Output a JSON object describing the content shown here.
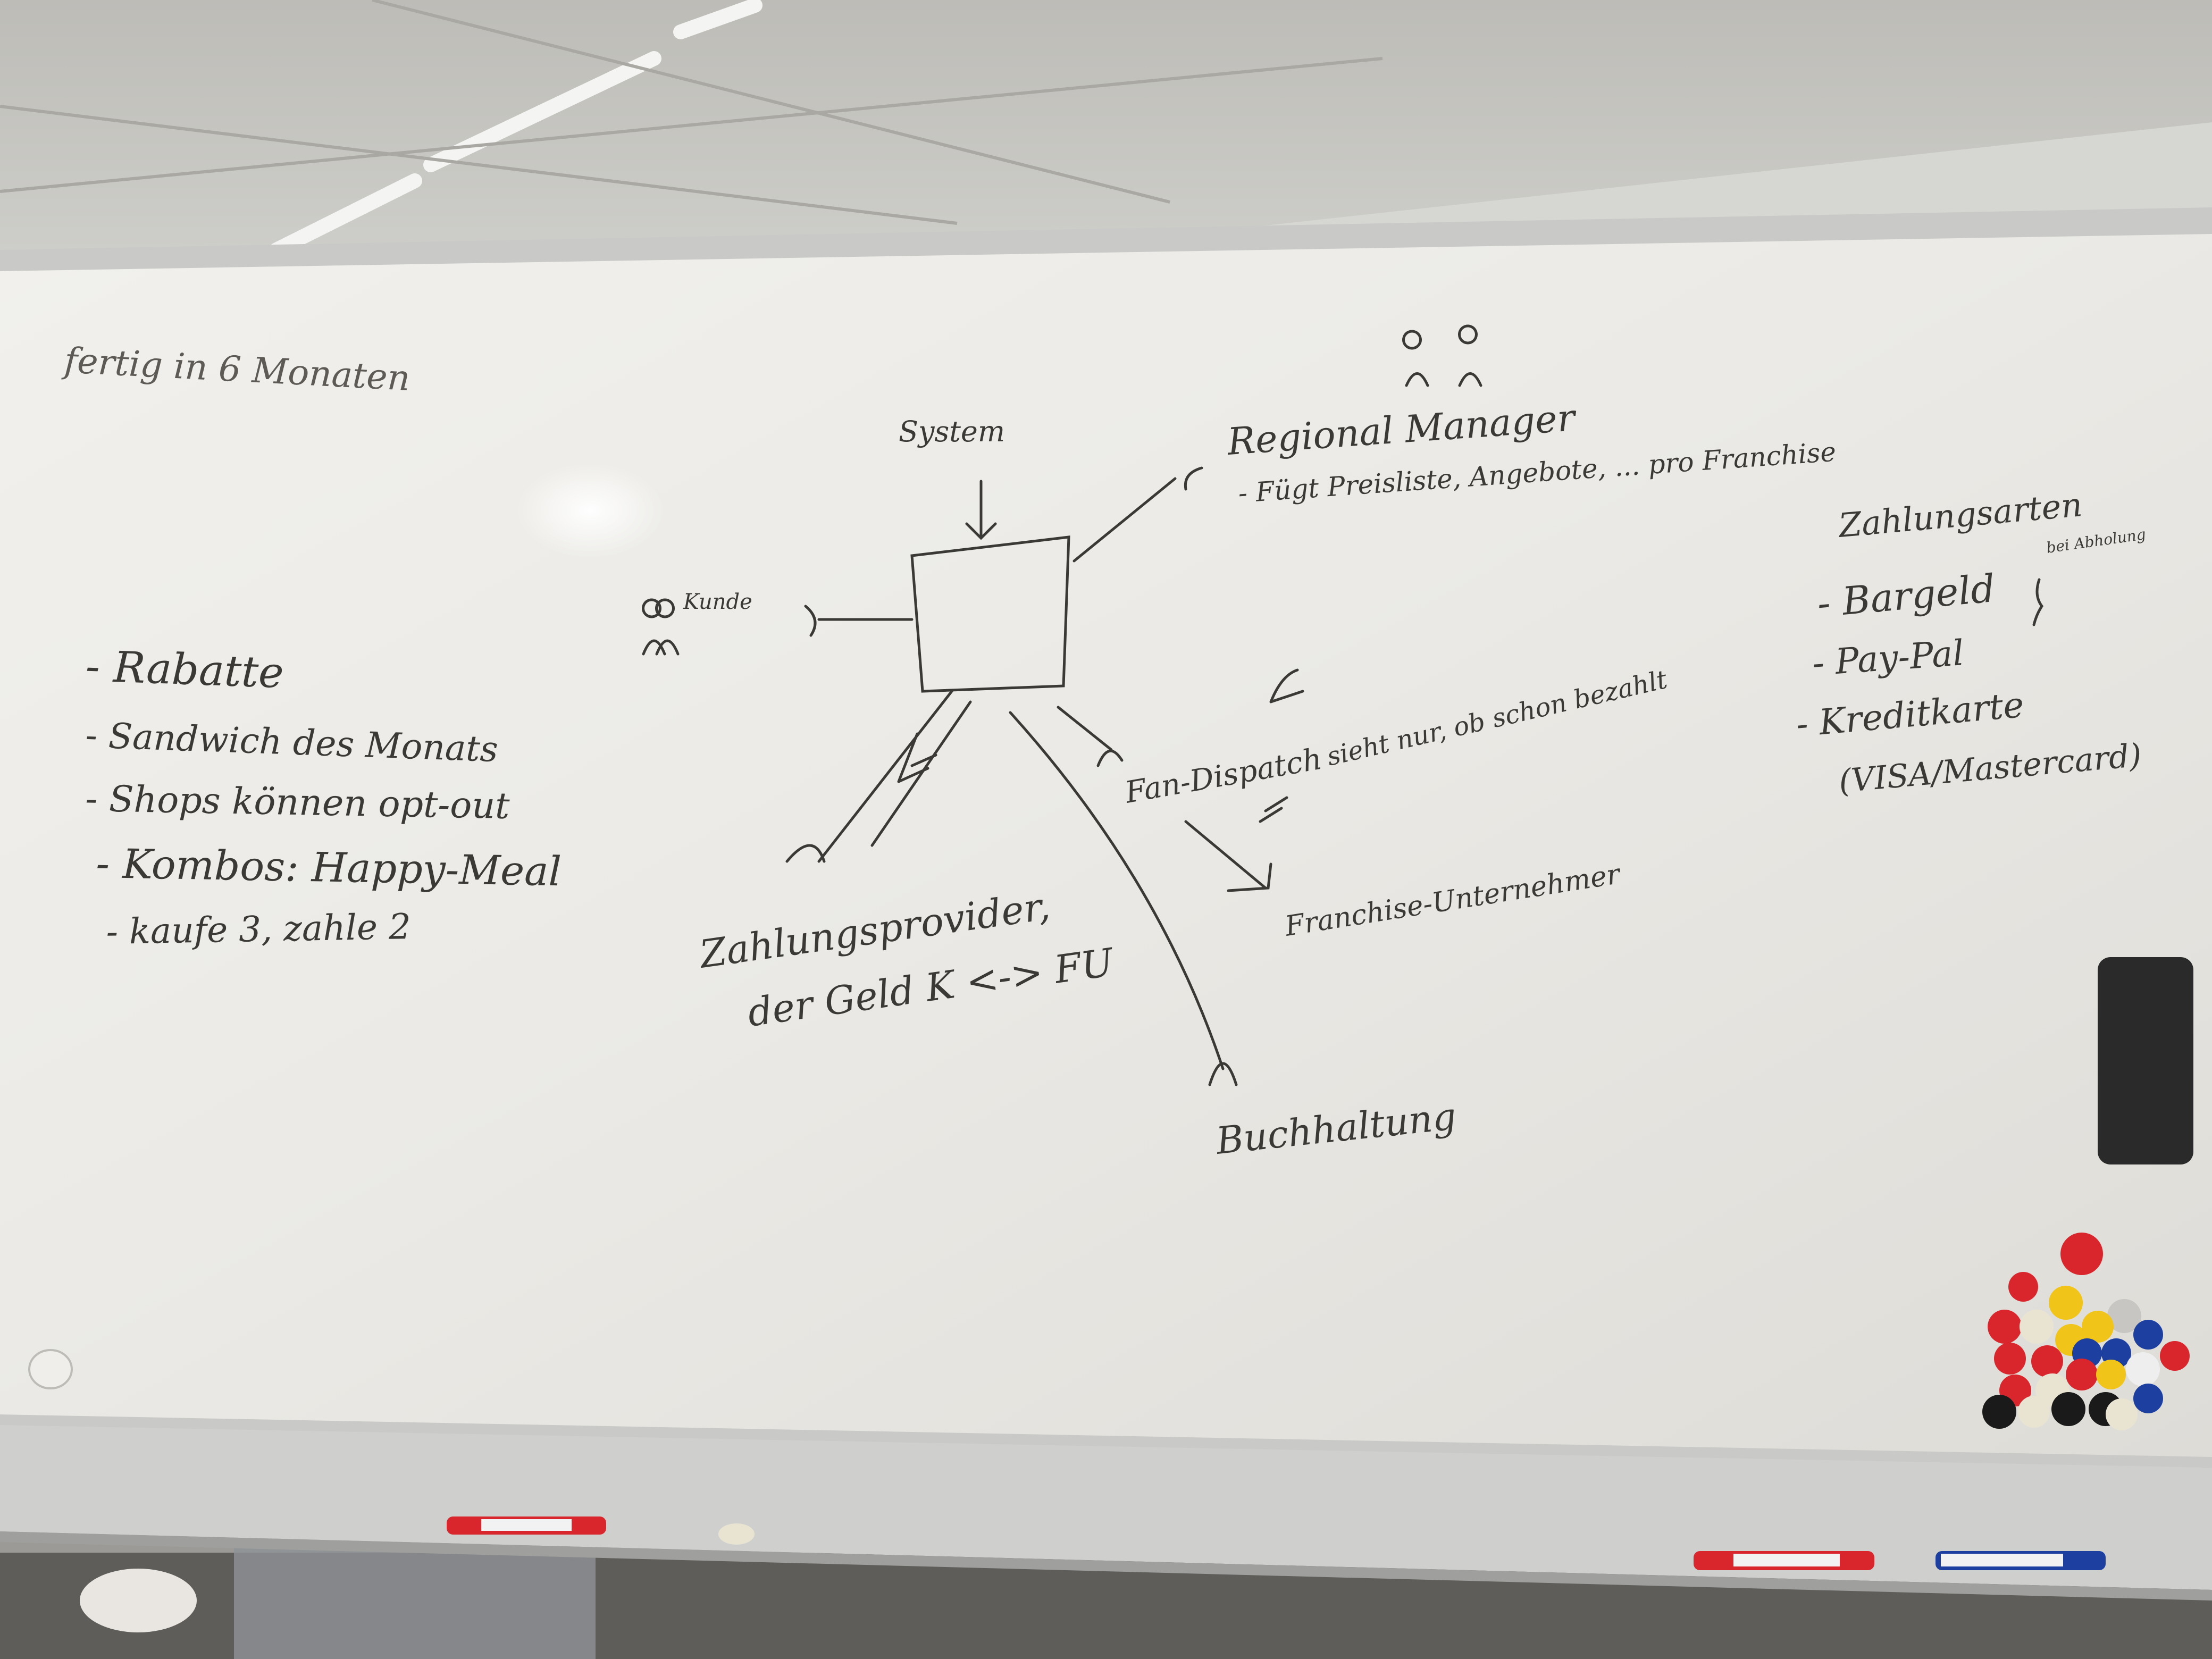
{
  "whiteboard": {
    "header_note": "fertig in 6 Monaten",
    "system_label": "System",
    "actors": {
      "kunde": "Kunde",
      "regional_manager": "Regional Manager",
      "zahlungsprovider": [
        "Zahlungsprovider,",
        "der Geld K <-> FU"
      ],
      "fan_dispatch": "Fan-Dispatch",
      "franchise": "Franchise-Unternehmer",
      "buchhaltung": "Buchhaltung"
    },
    "regional_manager_note": "- Fügt Preisliste, Angebote, ... pro Franchise",
    "fan_dispatch_note": "sieht nur, ob schon bezahlt",
    "feature_list": [
      "- Rabatte",
      "- Sandwich des Monats",
      "- Shops können opt-out",
      "- Kombos: Happy-Meal",
      "- kaufe 3, zahle 2"
    ],
    "payment_options": {
      "title": "Zahlungsarten",
      "items": [
        "- Bargeld",
        "- Pay-Pal",
        "- Kreditkarte",
        "(VISA/Mastercard)"
      ],
      "side_note": "bei Abholung"
    }
  },
  "colors": {
    "board": "#ecebe7",
    "ink": "#3b3936",
    "frame": "#c9cac8",
    "marker_red": "#d8262c",
    "marker_blue": "#1d3fa0",
    "magnet_yellow": "#f0c419",
    "magnet_blue": "#1d3fa0",
    "magnet_black": "#1a1a1a"
  }
}
